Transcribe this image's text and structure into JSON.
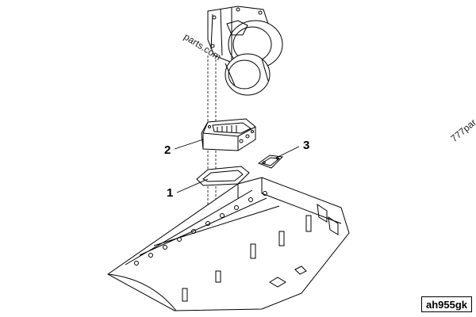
{
  "callouts": [
    {
      "id": "1",
      "label": "1"
    },
    {
      "id": "2",
      "label": "2"
    },
    {
      "id": "3",
      "label": "3"
    }
  ],
  "watermarks": {
    "top": "parts.com",
    "right": "777par"
  },
  "figure_tag": "ah955gk"
}
